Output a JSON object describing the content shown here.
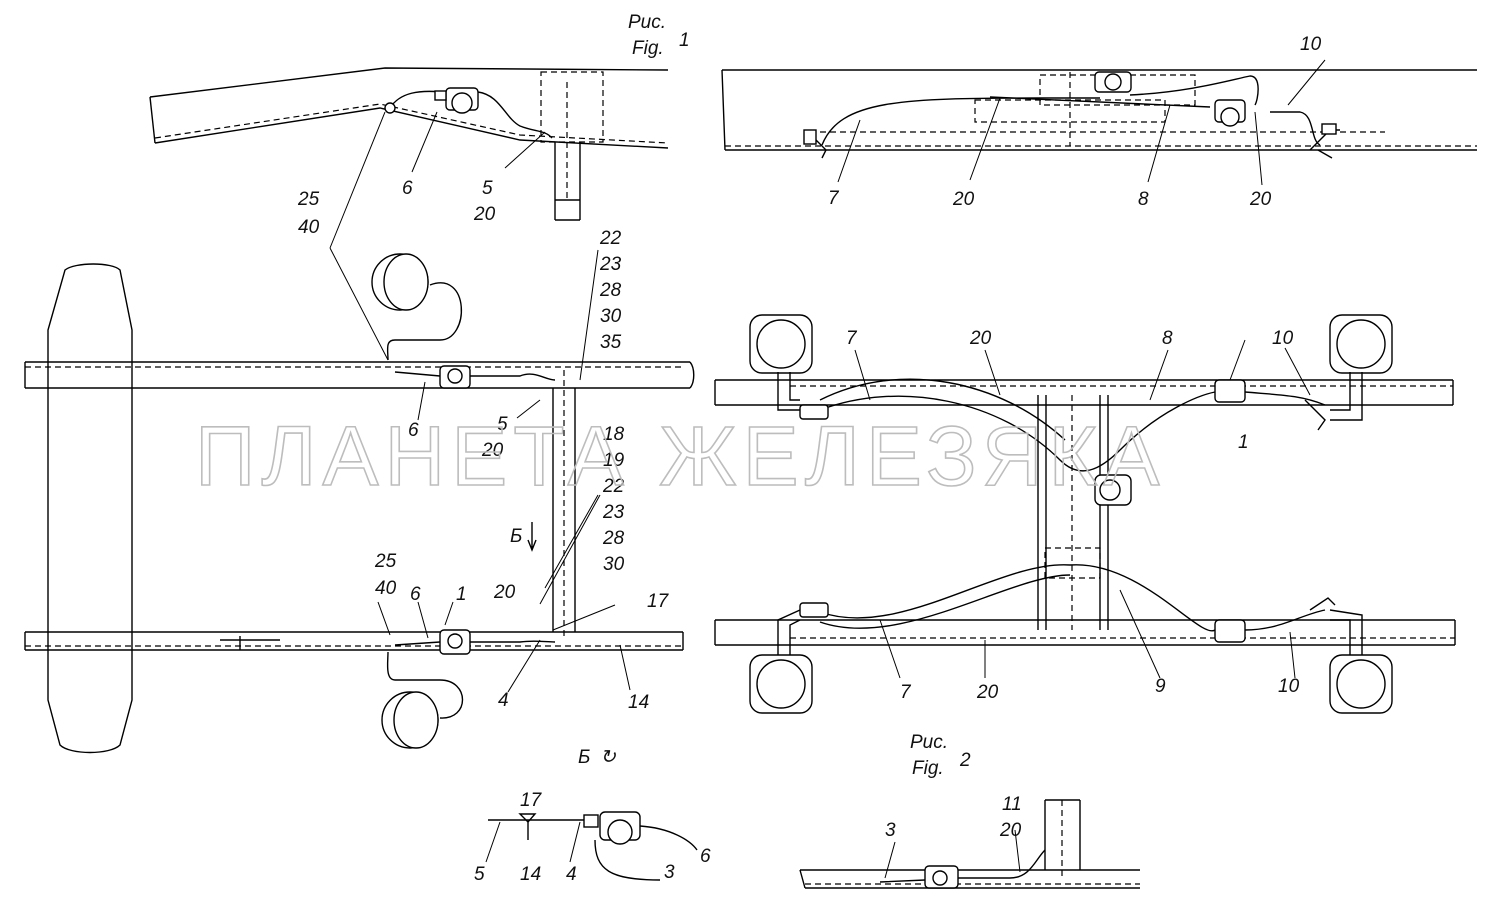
{
  "watermark": "ПЛАНЕТА ЖЕЛЕЗЯКА",
  "captions": {
    "fig1_ru": "Рис.",
    "fig1_en": "Fig.",
    "fig1_num": "1",
    "fig2_ru": "Рис.",
    "fig2_en": "Fig.",
    "fig2_num": "2",
    "view_b_arrow": "Б",
    "view_b_title": "Б",
    "view_b_rot": "↻"
  },
  "labels": {
    "top_left": [
      "25",
      "40",
      "6",
      "5",
      "20"
    ],
    "top_right": [
      "10",
      "7",
      "20",
      "8",
      "20"
    ],
    "left_plan_stack_top": [
      "22",
      "23",
      "28",
      "30",
      "35"
    ],
    "left_plan_stack_mid": [
      "18",
      "19",
      "22",
      "23",
      "28",
      "30"
    ],
    "left_plan_misc": [
      "6",
      "5",
      "20",
      "25",
      "40",
      "6",
      "1",
      "20",
      "17",
      "4",
      "14"
    ],
    "right_plan": [
      "7",
      "20",
      "8",
      "10",
      "1",
      "7",
      "20",
      "9",
      "10"
    ],
    "view_b": [
      "17",
      "5",
      "14",
      "4",
      "3",
      "6"
    ],
    "fig2": [
      "3",
      "11",
      "20"
    ]
  },
  "icons": [
    "valve-icon",
    "brake-chamber-icon",
    "wheel-icon",
    "tee-fitting-icon"
  ]
}
